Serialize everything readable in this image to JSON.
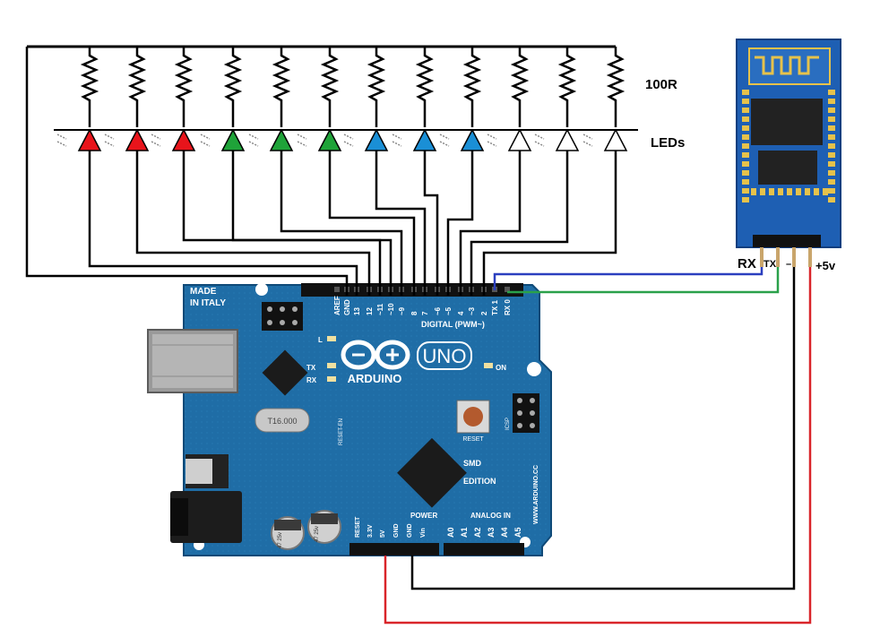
{
  "labels": {
    "resistors": "100R",
    "leds": "LEDs",
    "rx": "RX",
    "tx": "TX",
    "gnd": "–",
    "vcc": "+5v"
  },
  "board": {
    "made_in": "MADE",
    "made_in_2": "IN ITALY",
    "brand": "ARDUINO",
    "model": "UNO",
    "digital_header": "DIGITAL (PWM~)",
    "power_header": "POWER",
    "analog_header": "ANALOG IN",
    "on_label": "ON",
    "tx_led": "TX",
    "rx_led": "RX",
    "l_led": "L",
    "reset_label": "RESET",
    "reset_en": "RESET-EN",
    "icsp": "ICSP",
    "smd": "SMD",
    "edition": "EDITION",
    "website": "WWW.ARDUINO.CC",
    "crystal": "T16.000",
    "cap_text": "47 25v",
    "digital_pins": [
      "AREF",
      "GND",
      "13",
      "12",
      "~11",
      "~10",
      "~9",
      "8",
      "7",
      "~6",
      "~5",
      "4",
      "~3",
      "2",
      "TX 1",
      "RX 0"
    ],
    "power_pins": [
      "RESET",
      "3.3V",
      "5V",
      "GND",
      "GND",
      "Vin"
    ],
    "analog_pins": [
      "A0",
      "A1",
      "A2",
      "A3",
      "A4",
      "A5"
    ]
  },
  "led_colors": [
    "#e8141b",
    "#e8141b",
    "#e8141b",
    "#1fa339",
    "#1fa339",
    "#1fa339",
    "#1a8fd6",
    "#1a8fd6",
    "#1a8fd6",
    "#ffffff",
    "#ffffff",
    "#ffffff"
  ],
  "wire_colors": {
    "signal": "#000000",
    "rx_wire": "#2b3fbf",
    "tx_wire": "#2aa14a",
    "gnd_wire": "#000000",
    "vcc_wire": "#d9252a"
  },
  "colors": {
    "board_blue": "#1d6ea8",
    "module_blue": "#1e5fb3"
  }
}
